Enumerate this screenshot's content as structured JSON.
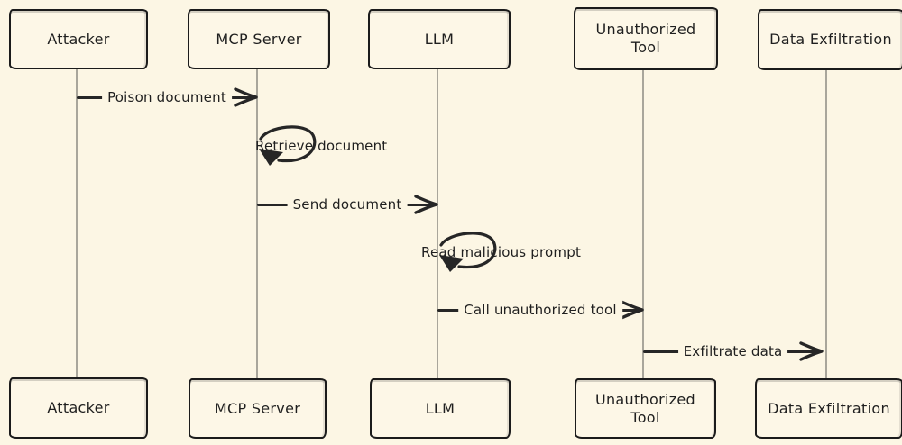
{
  "diagram": {
    "type": "sequence-diagram",
    "style": "hand-drawn",
    "colors": {
      "background": "#FCF6E4",
      "box_border": "#1b1b1b",
      "box_fill": "#FDF7E7",
      "lifeline": "#a9a69b",
      "arrow": "#262626",
      "text": "#1f1f1f"
    },
    "actors": [
      {
        "label": "Attacker"
      },
      {
        "label": "MCP Server"
      },
      {
        "label": "LLM"
      },
      {
        "label": "Unauthorized Tool"
      },
      {
        "label": "Data Exfiltration"
      }
    ],
    "messages": [
      {
        "kind": "arrow",
        "label": "Poison document",
        "from": "Attacker",
        "to": "MCP Server"
      },
      {
        "kind": "self-loop",
        "label": "Retrieve document",
        "from": "MCP Server",
        "to": "MCP Server"
      },
      {
        "kind": "arrow",
        "label": "Send document",
        "from": "MCP Server",
        "to": "LLM"
      },
      {
        "kind": "self-loop",
        "label": "Read malicious prompt",
        "from": "LLM",
        "to": "LLM"
      },
      {
        "kind": "arrow",
        "label": "Call unauthorized tool",
        "from": "LLM",
        "to": "Unauthorized Tool"
      },
      {
        "kind": "arrow",
        "label": "Exfiltrate data",
        "from": "Unauthorized Tool",
        "to": "Data Exfiltration"
      }
    ]
  }
}
